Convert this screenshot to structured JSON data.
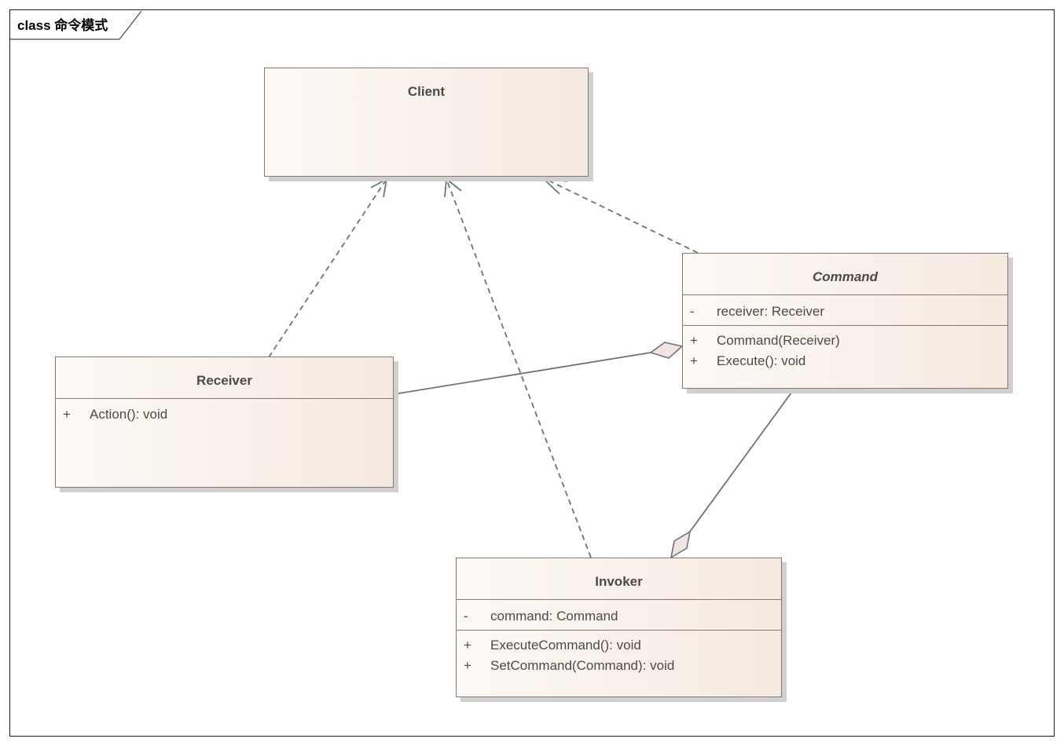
{
  "frame": {
    "label": "class 命令模式"
  },
  "classes": {
    "client": {
      "name": "Client"
    },
    "command": {
      "name": "Command",
      "attributes": [
        {
          "visibility": "-",
          "signature": "receiver: Receiver"
        }
      ],
      "operations": [
        {
          "visibility": "+",
          "signature": "Command(Receiver)"
        },
        {
          "visibility": "+",
          "signature": "Execute(): void"
        }
      ]
    },
    "receiver": {
      "name": "Receiver",
      "operations": [
        {
          "visibility": "+",
          "signature": "Action(): void"
        }
      ]
    },
    "invoker": {
      "name": "Invoker",
      "attributes": [
        {
          "visibility": "-",
          "signature": "command: Command"
        }
      ],
      "operations": [
        {
          "visibility": "+",
          "signature": "ExecuteCommand(): void"
        },
        {
          "visibility": "+",
          "signature": "SetCommand(Command): void"
        }
      ]
    }
  },
  "colors": {
    "connector": "#6b7280",
    "class_border": "#8a7472",
    "class_fill_start": "#fdf9f6",
    "class_fill_end": "#f5e9df",
    "diamond_fill": "#f3e4e2"
  },
  "relationships": [
    {
      "type": "dependency",
      "from": "Receiver",
      "to": "Client"
    },
    {
      "type": "dependency",
      "from": "Invoker",
      "to": "Client"
    },
    {
      "type": "dependency",
      "from": "Command",
      "to": "Client"
    },
    {
      "type": "aggregation",
      "whole": "Command",
      "part": "Receiver"
    },
    {
      "type": "aggregation",
      "whole": "Invoker",
      "part": "Command"
    }
  ]
}
